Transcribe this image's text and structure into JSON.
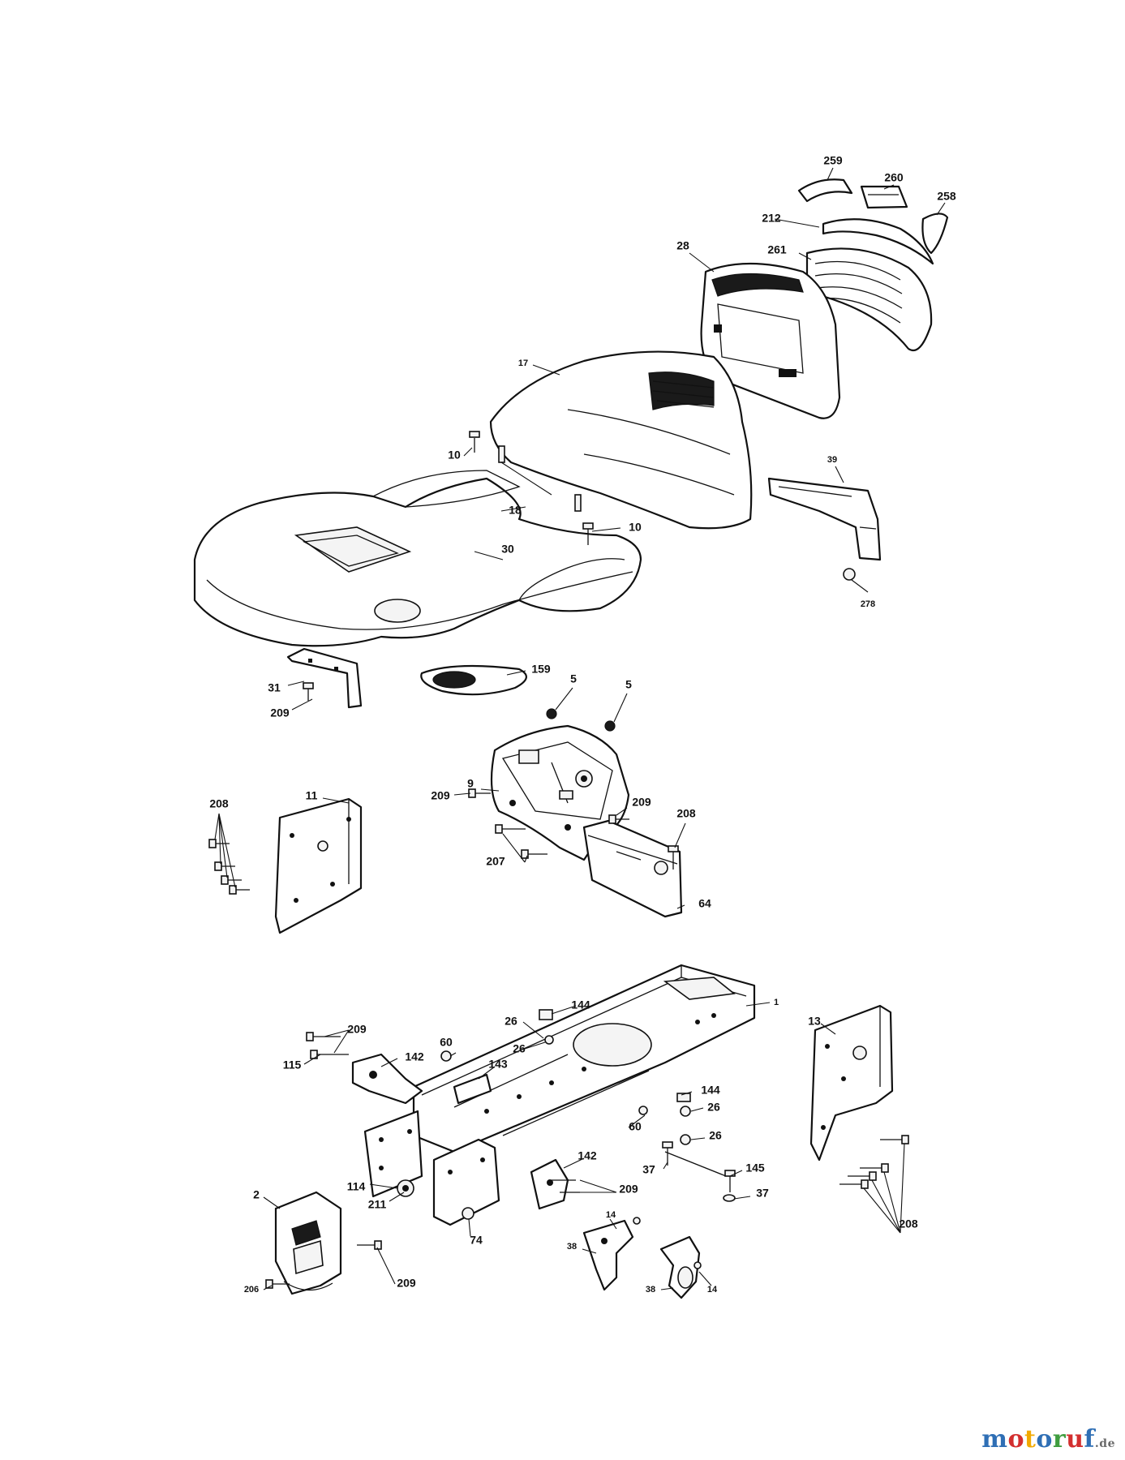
{
  "watermark": {
    "brand": "motoruf",
    "tld": ".de",
    "letters": [
      "m",
      "o",
      "t",
      "o",
      "r",
      "u",
      "f"
    ],
    "colors": [
      "#2f6fb5",
      "#d32f2f",
      "#f2a900",
      "#2f6fb5",
      "#3f9d3f",
      "#d32f2f",
      "#2f6fb5"
    ]
  },
  "callouts": {
    "c259": "259",
    "c260": "260",
    "c258": "258",
    "c212": "212",
    "c28": "28",
    "c261": "261",
    "c17": "17",
    "c10a": "10",
    "c18": "18",
    "c10b": "10",
    "c30": "30",
    "c39": "39",
    "c278": "278",
    "c159": "159",
    "c31": "31",
    "c209a": "209",
    "c5a": "5",
    "c5b": "5",
    "c209b": "209",
    "c9": "9",
    "c208a": "208",
    "c11": "11",
    "c209c": "209",
    "c208b": "208",
    "c207": "207",
    "c64": "64",
    "c1": "1",
    "c144a": "144",
    "c26a": "26",
    "c26b": "26",
    "c209d": "209",
    "c60a": "60",
    "c143": "143",
    "c13": "13",
    "c115": "115",
    "c142a": "142",
    "c144b": "144",
    "c26c": "26",
    "c60b": "60",
    "c26d": "26",
    "c142b": "142",
    "c37a": "37",
    "c145": "145",
    "c114": "114",
    "c209e": "209",
    "c37b": "37",
    "c211": "211",
    "c208c": "208",
    "c2": "2",
    "c74": "74",
    "c14a": "14",
    "c38a": "38",
    "c38b": "38",
    "c14b": "14",
    "c206": "206",
    "c209f": "209"
  }
}
